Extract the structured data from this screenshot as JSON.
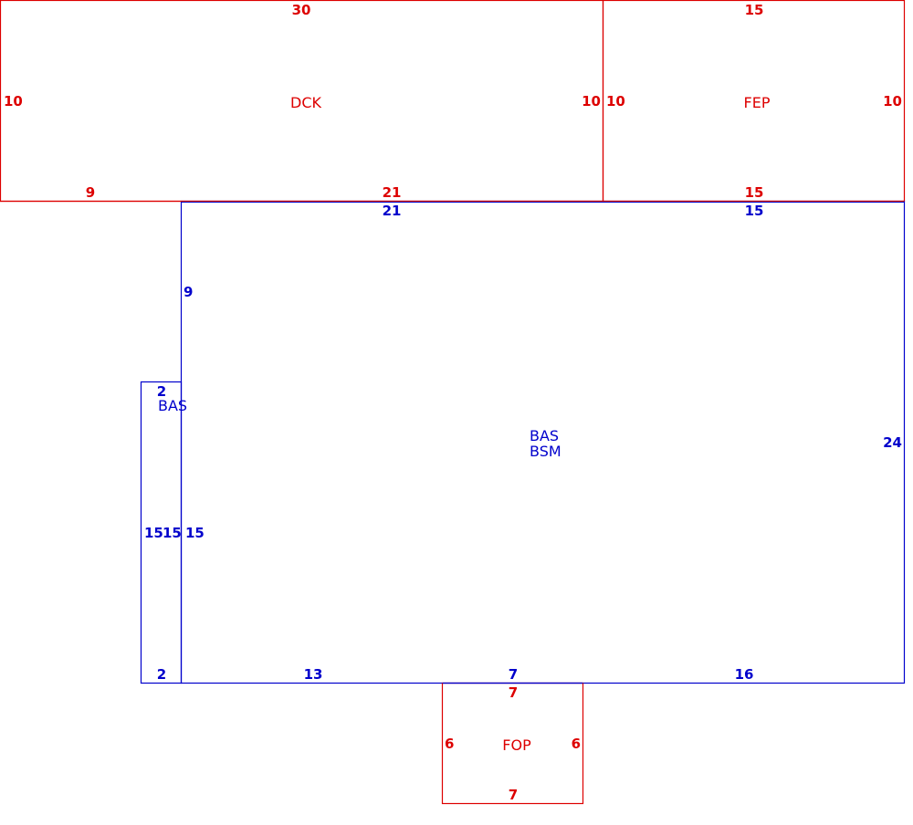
{
  "colors": {
    "existing": "#0000cc",
    "addition": "#dd0000",
    "background": "#ffffff"
  },
  "areas": {
    "dck": {
      "code": "DCK"
    },
    "fep": {
      "code": "FEP"
    },
    "bas_main": {
      "code": "BAS",
      "subcode": "BSM"
    },
    "bas_bay": {
      "code": "BAS"
    },
    "fop": {
      "code": "FOP"
    }
  },
  "dimensions": {
    "dck_top": "30",
    "dck_left": "10",
    "dck_right": "10",
    "dck_bottom_left": "9",
    "dck_bottom_right": "21",
    "fep_top": "15",
    "fep_left": "10",
    "fep_right": "10",
    "fep_bottom": "15",
    "bas_top_left": "21",
    "bas_top_right": "15",
    "bas_left_upper": "9",
    "bas_left_lower": "15",
    "bas_right": "24",
    "bas_bottom_left": "13",
    "bas_bottom_mid": "7",
    "bas_bottom_right": "16",
    "bay_top": "2",
    "bay_left": "15",
    "bay_right": "15",
    "bay_bottom": "2",
    "fop_top": "7",
    "fop_left": "6",
    "fop_right": "6",
    "fop_bottom": "7"
  }
}
